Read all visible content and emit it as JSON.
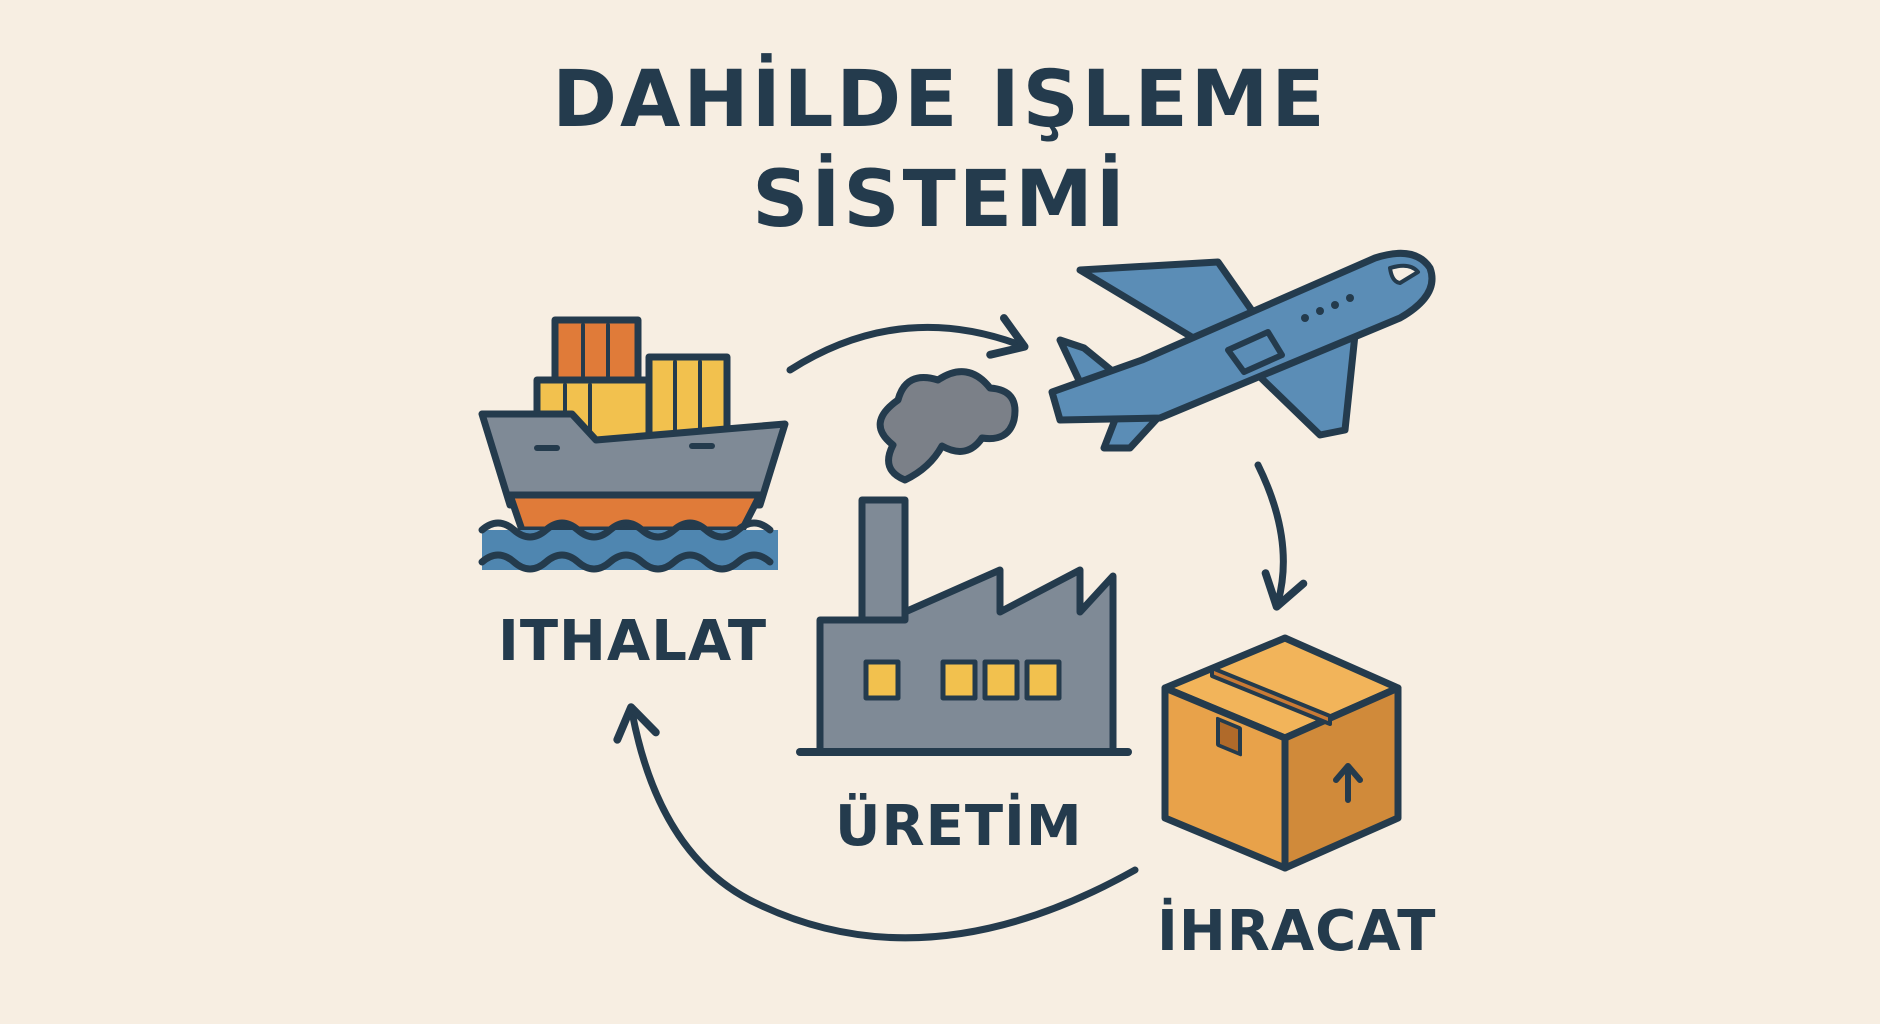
{
  "title": {
    "line1": "DAHİLDE IŞLEME",
    "line2": "SİSTEMİ"
  },
  "steps": {
    "import": "ITHALAT",
    "production": "ÜRETİM",
    "export": "İHRACAT"
  },
  "colors": {
    "background": "#f7eee2",
    "outline": "#243b4d",
    "ship_hull": "#7f8a96",
    "ship_bottom": "#e07b39",
    "container_orange": "#e07b39",
    "container_yellow": "#f2c14e",
    "water": "#4f86b0",
    "plane": "#5b8db6",
    "factory": "#7f8a96",
    "smoke": "#7b8088",
    "box_front": "#e8a24a",
    "box_side": "#d08a3a"
  },
  "icons": [
    "ship-icon",
    "airplane-icon",
    "factory-icon",
    "box-icon",
    "arrow-icon"
  ]
}
